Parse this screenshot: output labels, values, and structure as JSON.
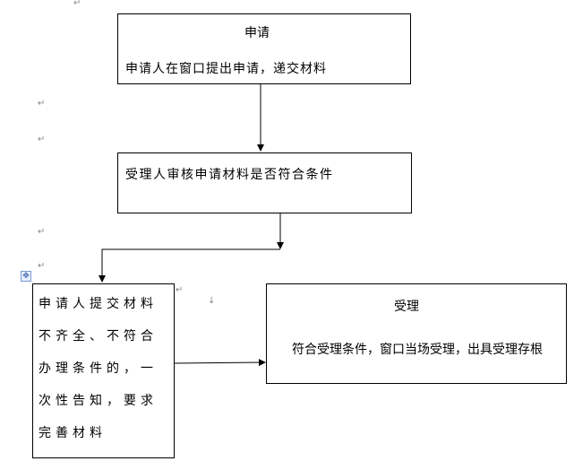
{
  "box_apply": {
    "title": "申请",
    "text": "申请人在窗口提出申请，递交材料"
  },
  "box_review": {
    "text": "受理人审核申请材料是否符合条件"
  },
  "box_reject": {
    "text": "申请人提交材料不齐全、不符合办理条件的，一次性告知，要求完善材料"
  },
  "box_accept": {
    "title": "受理",
    "text": "符合受理条件，窗口当场受理，出具受理存根"
  },
  "marks": {
    "paragraph": "↵",
    "down": "↓",
    "move": "✥"
  }
}
